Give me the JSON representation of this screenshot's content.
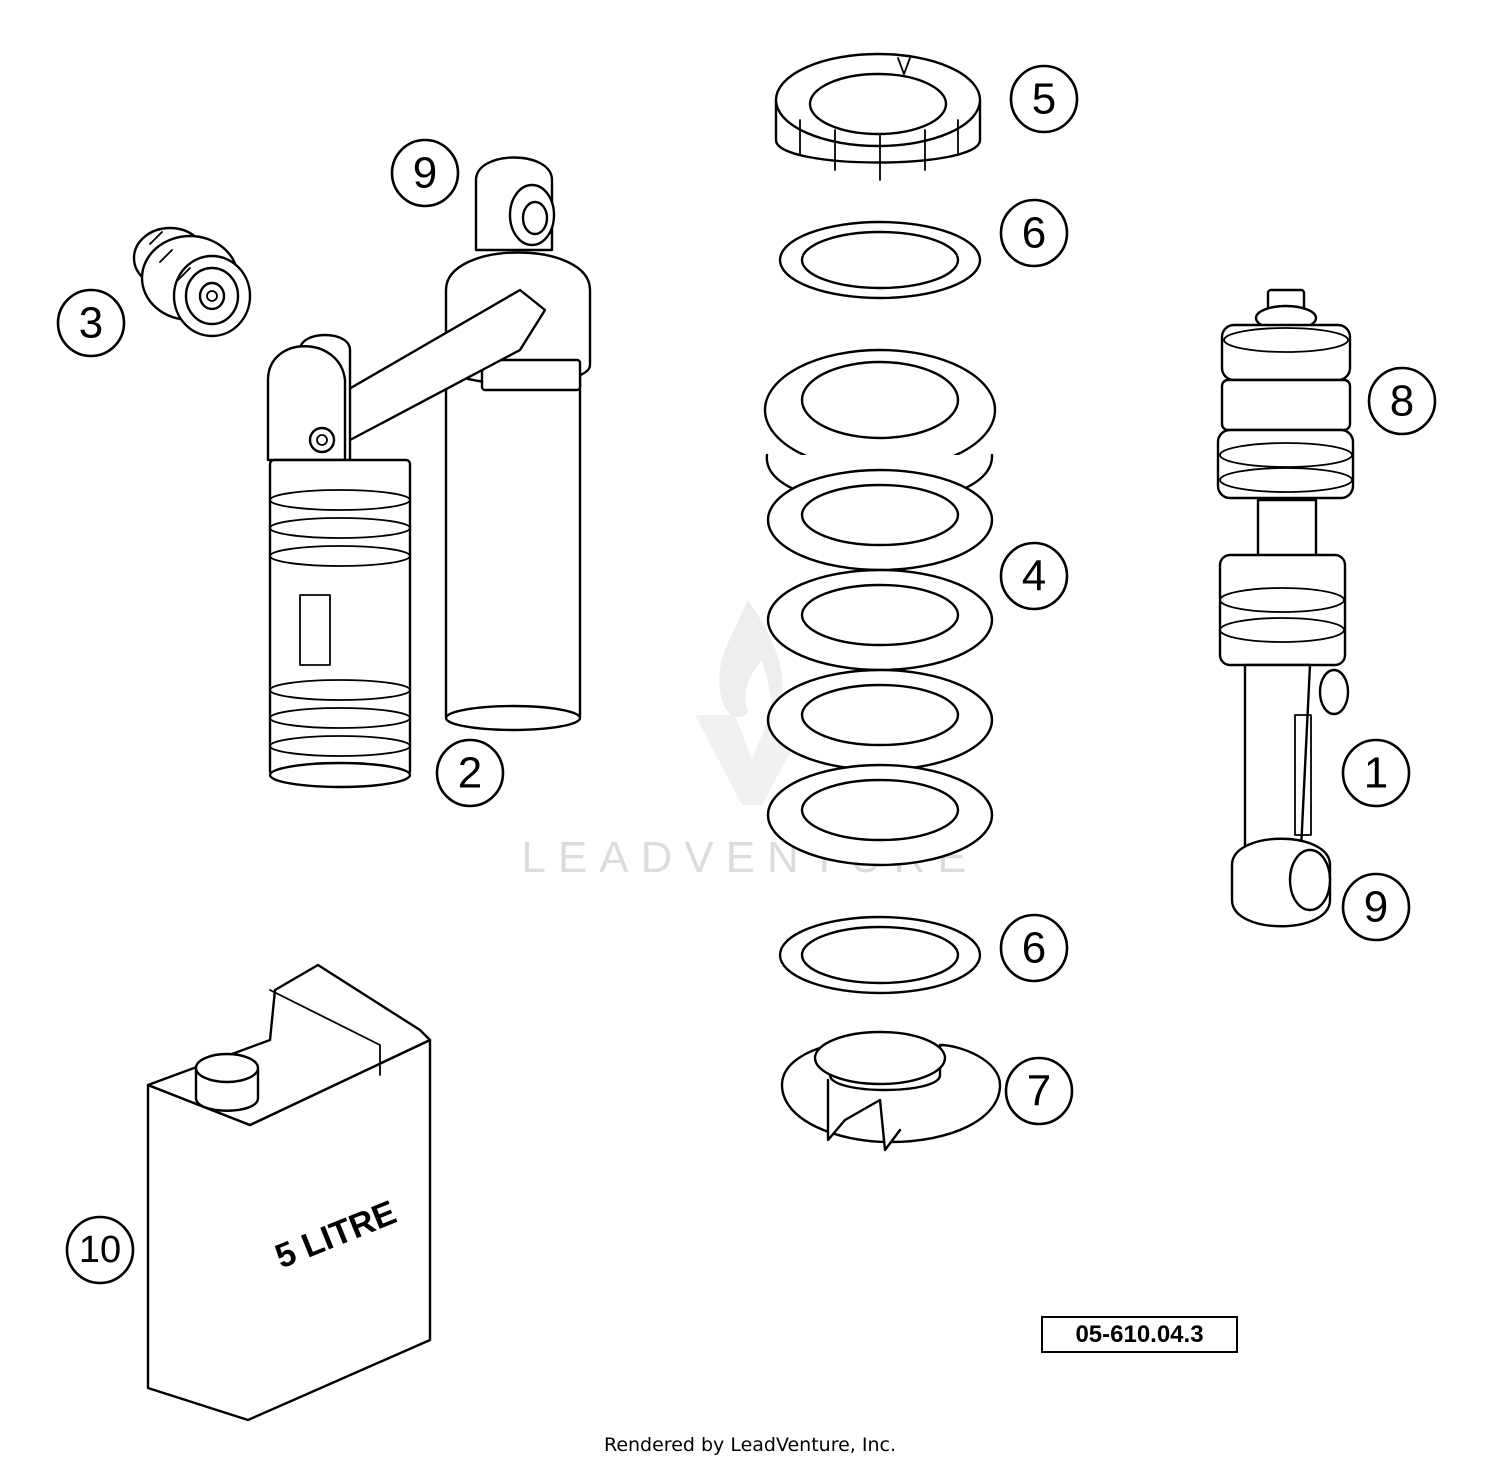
{
  "diagram": {
    "callouts": [
      {
        "id": "callout-1",
        "label": "1"
      },
      {
        "id": "callout-2",
        "label": "2"
      },
      {
        "id": "callout-3",
        "label": "3"
      },
      {
        "id": "callout-4",
        "label": "4"
      },
      {
        "id": "callout-5",
        "label": "5"
      },
      {
        "id": "callout-6a",
        "label": "6"
      },
      {
        "id": "callout-6b",
        "label": "6"
      },
      {
        "id": "callout-7",
        "label": "7"
      },
      {
        "id": "callout-8",
        "label": "8"
      },
      {
        "id": "callout-9a",
        "label": "9"
      },
      {
        "id": "callout-9b",
        "label": "9"
      },
      {
        "id": "callout-10",
        "label": "10"
      }
    ],
    "can_label": "5 LITRE",
    "part_code": "05-610.04.3",
    "watermark": "LEADVENTURE",
    "footer": "Rendered by LeadVenture, Inc."
  }
}
